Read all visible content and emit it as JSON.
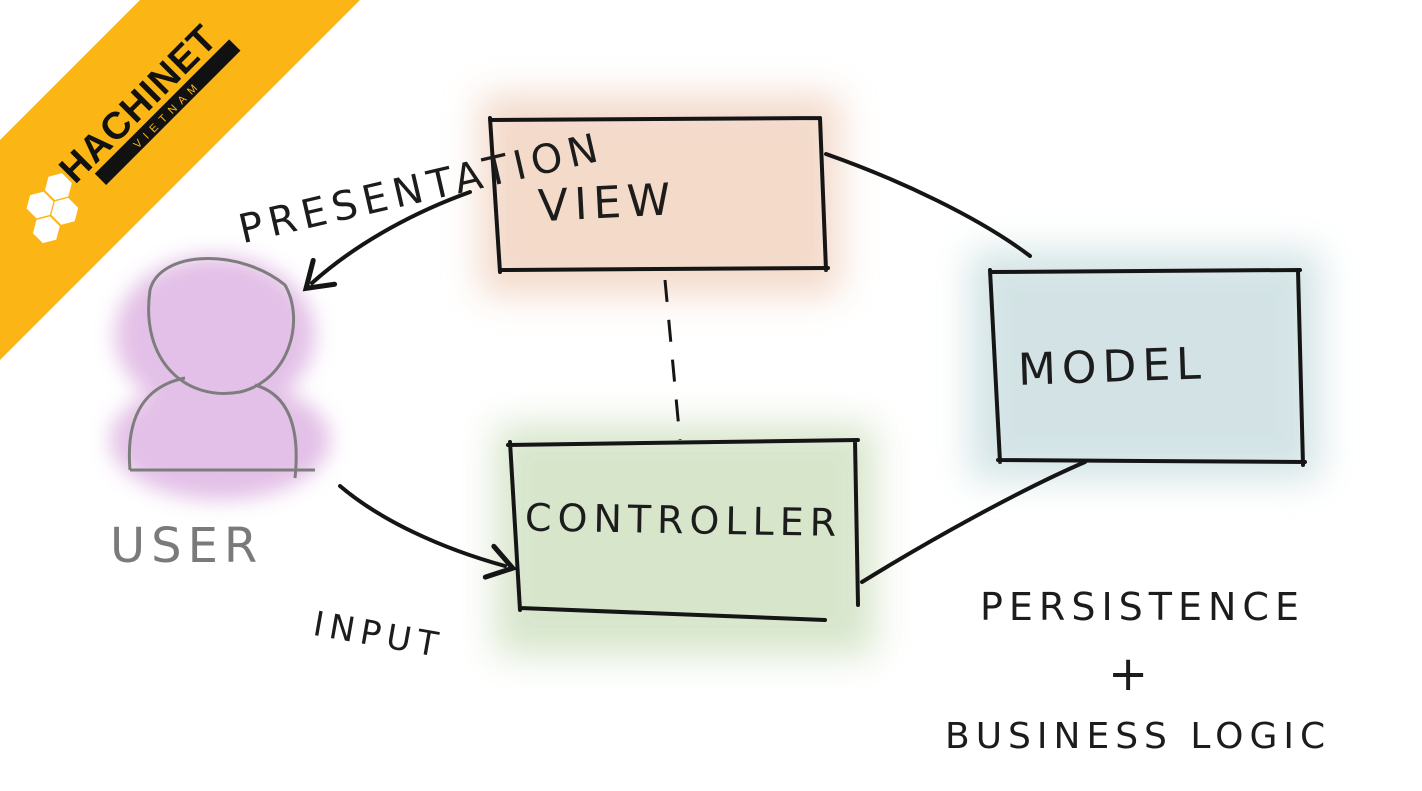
{
  "brand": {
    "name": "HACHINET",
    "sub": "VIETNAM",
    "color": "#fbb515"
  },
  "labels": {
    "presentation": "PRESENTATION",
    "view": "VIEW",
    "model": "MODEL",
    "controller": "CONTROLLER",
    "user": "USER",
    "input": "INPUT",
    "persistence": "PERSISTENCE",
    "plus": "+",
    "business_logic": "BUSINESS LOGIC"
  },
  "colors": {
    "view_fill": "#f2d6c4",
    "model_fill": "#cfe1e3",
    "controller_fill": "#d3e3c6",
    "user_fill": "#e2bde6",
    "ink": "#151515"
  }
}
